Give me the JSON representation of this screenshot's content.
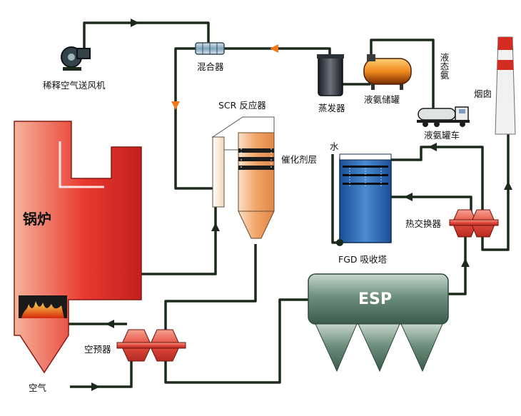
{
  "labels": {
    "dilution_fan": "稀释空气送风机",
    "mixer": "混合器",
    "evaporator": "蒸发器",
    "ammonia_tank": "液氨储罐",
    "liquid_ammonia": "液态氨",
    "tanker_truck": "液氨罐车",
    "chimney": "烟囱",
    "scr_reactor": "SCR 反应器",
    "catalyst_layer": "催化剂层",
    "water": "水",
    "boiler": "锅炉",
    "fgd_tower": "FGD 吸收塔",
    "heat_exchanger": "热交换器",
    "esp": "ESP",
    "air_preheater": "空预器",
    "air": "空气"
  },
  "colors": {
    "pipe": "#1b2a1b",
    "boiler": "#e8392f",
    "reactor": "#f2a467",
    "fgd": "#2f6fb3",
    "esp": "#4e6e5e",
    "heat_exchanger": "#e44a3d",
    "flow_arrow": "#f07a1a"
  },
  "icons": {
    "fan": "blower-fan-icon",
    "truck": "tanker-truck-icon",
    "fire": "fire-icon"
  }
}
